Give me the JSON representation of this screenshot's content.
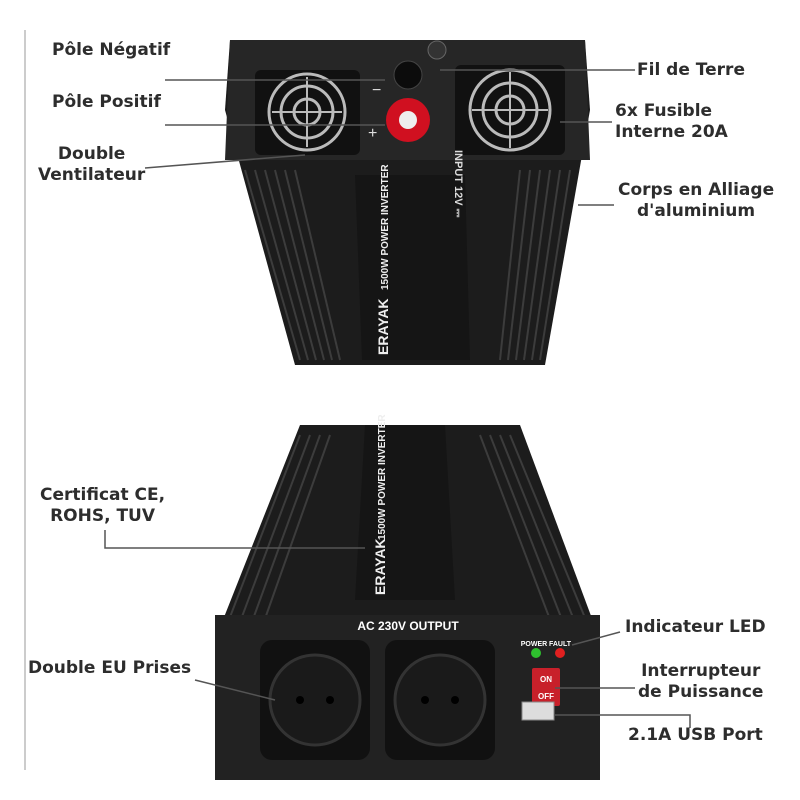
{
  "callouts": {
    "negative_pole": "Pôle Négatif",
    "positive_pole": "Pôle Positif",
    "dual_fan": [
      "Double",
      "Ventilateur"
    ],
    "ground_wire": "Fil de Terre",
    "fuses": [
      "6x Fusible",
      "Interne 20A"
    ],
    "body": [
      "Corps  en Alliage",
      "d'aluminium"
    ],
    "certificates": [
      "Certificat CE,",
      "ROHS, TUV"
    ],
    "led_indicator": "Indicateur LED",
    "sockets": "Double EU Prises",
    "power_switch": [
      "Interrupteur",
      "de Puissance"
    ],
    "usb_port": "2.1A USB Port"
  },
  "device": {
    "brand": "ERAYAK",
    "model_title": "1500W POWER INVERTER",
    "input_label": "INPUT 12V ⎓",
    "output_label": "AC 230V OUTPUT",
    "power_led": "POWER",
    "fault_led": "FAULT",
    "switch_on": "ON",
    "switch_off": "OFF",
    "minus": "−",
    "plus": "+",
    "colors": {
      "body": "#1e1e1e",
      "red_terminal": "#d01020",
      "switch": "#c8202a",
      "power_led": "#2ec02e",
      "fault_led": "#e02020"
    }
  }
}
